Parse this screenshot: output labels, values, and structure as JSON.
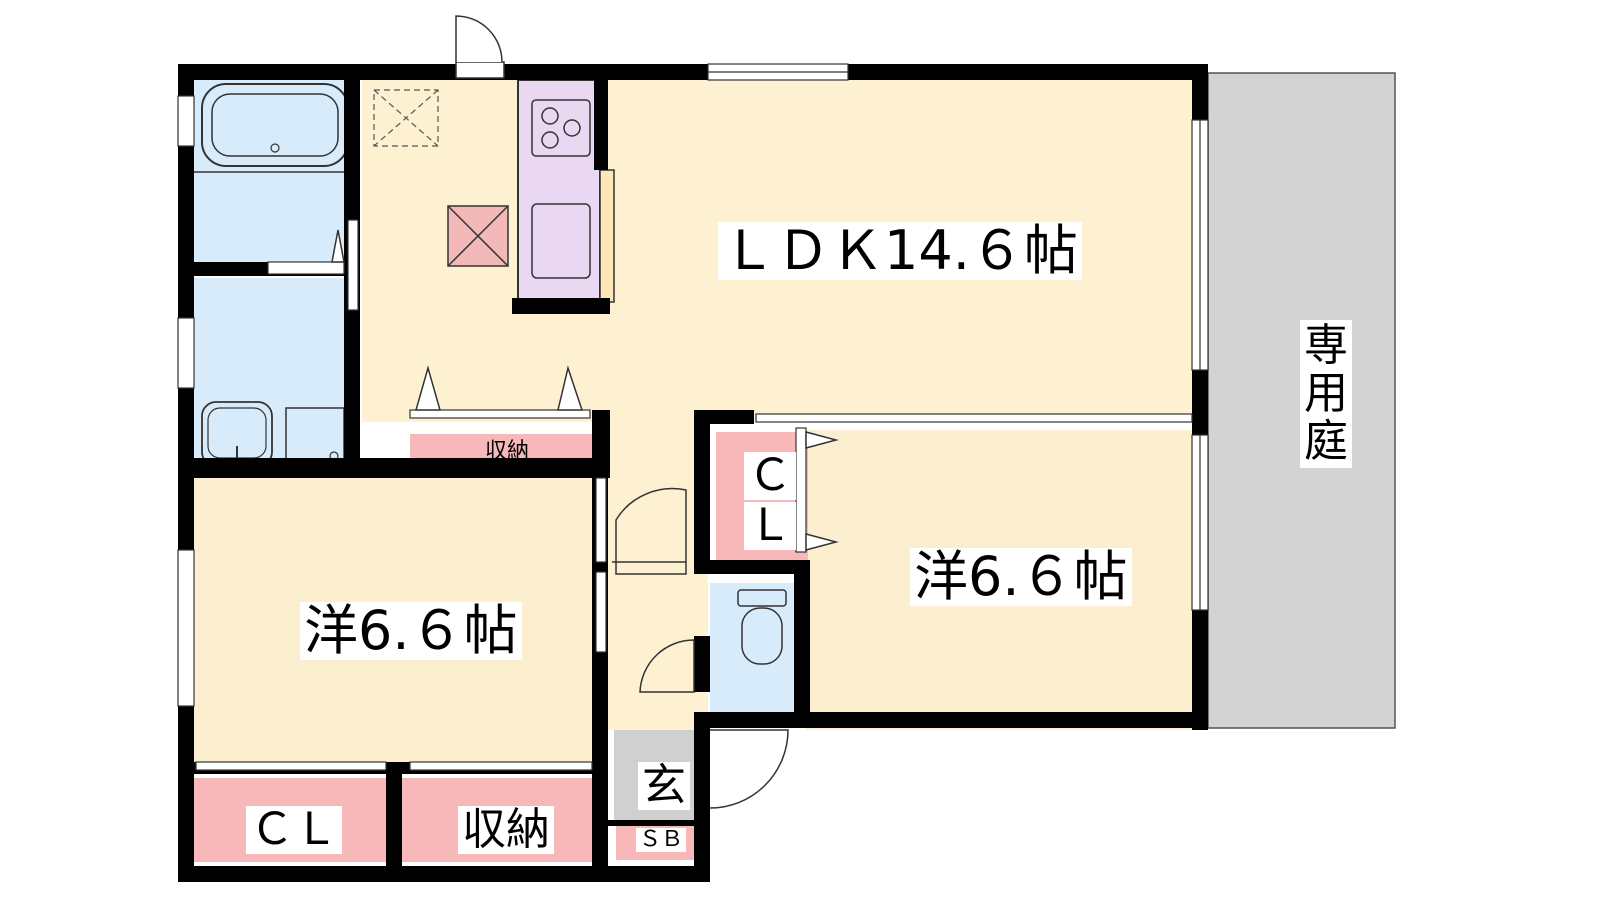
{
  "labels": {
    "ldk": "ＬＤＫ14.６帖",
    "western_right": "洋6.６帖",
    "western_left": "洋6.６帖",
    "closet_right_c": "Ｃ",
    "closet_right_l": "Ｌ",
    "storage_top": "収納",
    "closet_bottom": "ＣＬ",
    "storage_bottom": "収納",
    "entrance": "玄",
    "shoe_box": "ＳＢ",
    "garden_1": "専",
    "garden_2": "用",
    "garden_3": "庭"
  },
  "colors": {
    "wall": "#000000",
    "ldk_floor": "#fdf1d2",
    "room_floor": "#fcefd0",
    "wet_area": "#d7ebfb",
    "closet": "#f6b8b8",
    "kitchen": "#ead8f3",
    "entrance": "#d0d0d0",
    "garden": "#d3d3d3",
    "vent": "#f3b8b8"
  }
}
